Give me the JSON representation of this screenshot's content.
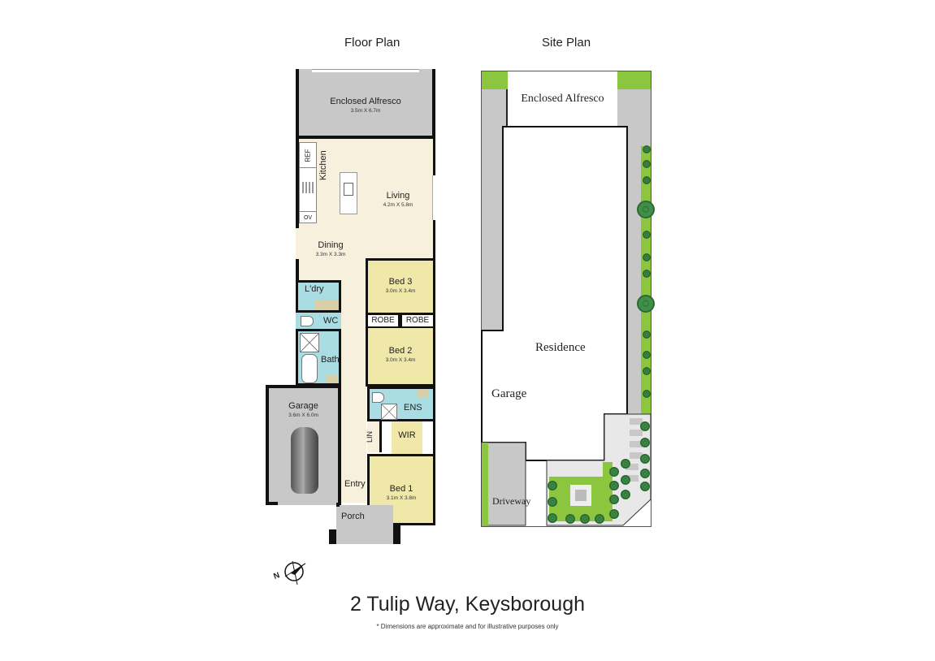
{
  "headings": {
    "floor_plan": "Floor Plan",
    "site_plan": "Site Plan"
  },
  "floor_plan": {
    "rooms": {
      "enclosed_alfresco": {
        "label": "Enclosed Alfresco",
        "dims": "3.5m X 6.7m"
      },
      "living": {
        "label": "Living",
        "dims": "4.2m X 5.8m"
      },
      "kitchen": {
        "label": "Kitchen"
      },
      "dining": {
        "label": "Dining",
        "dims": "3.3m X 3.3m"
      },
      "bed3": {
        "label": "Bed 3",
        "dims": "3.0m X 3.4m"
      },
      "bed2": {
        "label": "Bed 2",
        "dims": "3.0m X 3.4m"
      },
      "bed1": {
        "label": "Bed 1",
        "dims": "3.1m X 3.8m"
      },
      "laundry": {
        "label": "L'dry"
      },
      "wc": {
        "label": "WC"
      },
      "bath": {
        "label": "Bath"
      },
      "robe_left": {
        "label": "ROBE"
      },
      "robe_right": {
        "label": "ROBE"
      },
      "ensuite": {
        "label": "ENS"
      },
      "linen": {
        "label": "LIN"
      },
      "wir": {
        "label": "WIR"
      },
      "garage": {
        "label": "Garage",
        "dims": "3.6m X 6.0m"
      },
      "entry": {
        "label": "Entry"
      },
      "porch": {
        "label": "Porch"
      }
    },
    "fixtures": {
      "ref": "REF",
      "oven": "OV"
    }
  },
  "site_plan": {
    "labels": {
      "enclosed_alfresco": "Enclosed Alfresco",
      "residence": "Residence",
      "garage": "Garage",
      "driveway": "Driveway"
    }
  },
  "footer": {
    "address": "2 Tulip Way, Keysborough",
    "disclaimer": "* Dimensions are approximate and for illustrative purposes only",
    "compass_letter": "N"
  },
  "colors": {
    "floor_beige": "#f7f0dc",
    "bedroom_yellow": "#f0e8a8",
    "wet_area_blue": "#a9dce3",
    "garage_grey": "#c8c8c8",
    "lawn_green": "#8cc63f",
    "tree_green": "#3f8f48",
    "wall_black": "#111111"
  }
}
